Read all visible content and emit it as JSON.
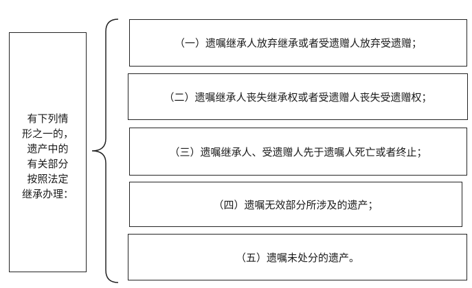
{
  "left_box": {
    "lines": [
      "有下列情",
      "形之一的，",
      "遗产中的",
      "有关部分",
      "按照法定",
      "继承办理："
    ]
  },
  "items": [
    {
      "label": "（一）遗嘱继承人放弃继承或者受遗赠人放弃受遗赠；"
    },
    {
      "label": "（二）遗嘱继承人丧失继承权或者受遗赠人丧失受遗赠权；"
    },
    {
      "label": "（三）遗嘱继承人、受遗赠人先于遗嘱人死亡或者终止；"
    },
    {
      "label": "（四）遗嘱无效部分所涉及的遗产；"
    },
    {
      "label": "（五）遗嘱未处分的遗产。"
    }
  ]
}
